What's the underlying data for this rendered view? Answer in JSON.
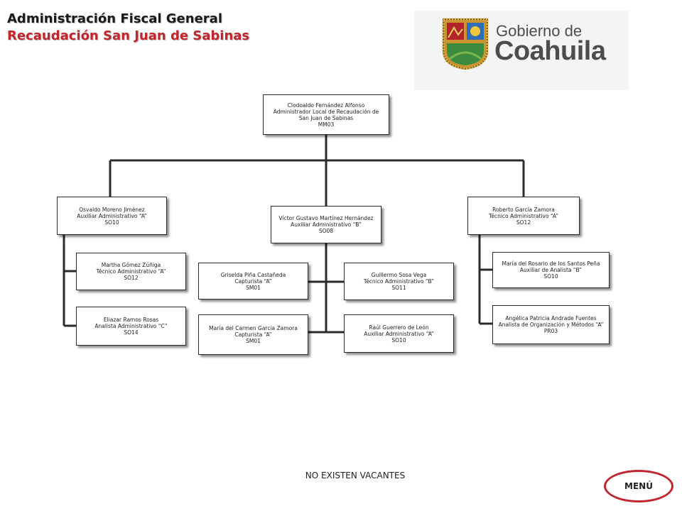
{
  "header": {
    "title": "Administración Fiscal General",
    "subtitle": "Recaudación San Juan de Sabinas",
    "title_color": "#1a1a1a",
    "subtitle_color": "#c0262c"
  },
  "logo": {
    "line1": "Gobierno de",
    "line2": "Coahuila",
    "icon": "coahuila-coat-of-arms-icon"
  },
  "org_chart": {
    "root": {
      "name": "Clodoaldo Fernández Alfonso",
      "title": "Administrador Local de Recaudación de",
      "title2": "San Juan de Sabinas",
      "code": "MM03"
    },
    "left": {
      "name": "Osvaldo Moreno Jiménez",
      "title": "Auxiliar Administrativo “A”",
      "code": "SO10",
      "children": [
        {
          "name": "Martha Gómez Zúñiga",
          "title": "Técnico Administrativo “A”",
          "code": "SO12"
        },
        {
          "name": "Eliazar Ramos Rosas",
          "title": "Analista Administrativo “C”",
          "code": "SO14"
        }
      ]
    },
    "center": {
      "name": "Víctor Gustavo Martínez Hernández",
      "title": "Auxiliar Administrativo “B”",
      "code": "SO08",
      "children": [
        {
          "name": "Griselda Piña Castañeda",
          "title": "Capturista “A”",
          "code": "SM01"
        },
        {
          "name": "María del Carmen García Zamora",
          "title": "Capturista “A”",
          "code": "SM01"
        },
        {
          "name": "Guillermo Sosa Vega",
          "title": "Técnico Administrativo “B”",
          "code": "SO11"
        },
        {
          "name": "Raúl Guerrero de León",
          "title": "Auxiliar Administrativo “A”",
          "code": "SO10"
        }
      ]
    },
    "right": {
      "name": "Roberto García Zamora",
      "title": "Técnico Administrativo “A”",
      "code": "SO12",
      "children": [
        {
          "name": "María del Rosario de los Santos Peña",
          "title": "Auxiliar de Analista “B”",
          "code": "SO10"
        },
        {
          "name": "Angélica Patricia Andrade Fuentes",
          "title": "Analista de Organización y Métodos “A”",
          "code": "PR03"
        }
      ]
    }
  },
  "footer": {
    "vacantes": "NO EXISTEN VACANTES",
    "menu_label": "MENÚ",
    "menu_border_color": "#c0262c"
  }
}
